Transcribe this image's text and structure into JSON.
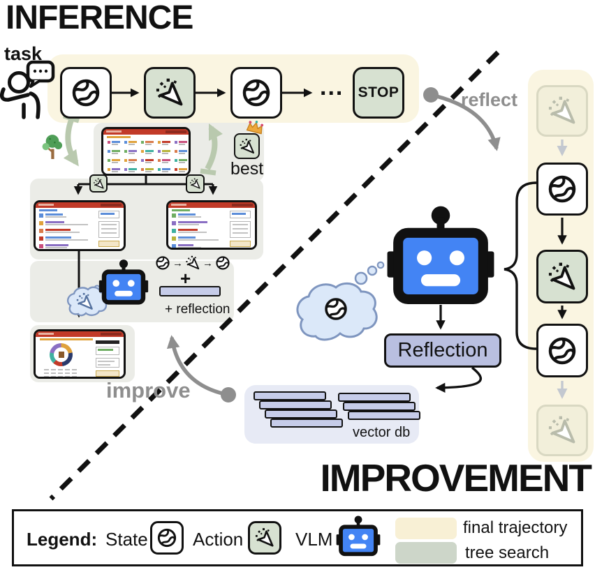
{
  "figure": {
    "inference_title": "INFERENCE",
    "improvement_title": "IMPROVEMENT",
    "task_label": "task",
    "reflect_label": "reflect",
    "improve_label": "improve",
    "best_label": "best",
    "stop_label": "STOP",
    "ellipsis": "...",
    "plus": "+",
    "plus_reflection_label": "+ reflection",
    "reflection_label": "Reflection",
    "vector_db_label": "vector db"
  },
  "legend": {
    "title": "Legend:",
    "state_label": "State",
    "action_label": "Action",
    "vlm_label": "VLM",
    "final_trajectory_label": "final trajectory",
    "tree_search_label": "tree search"
  },
  "colors": {
    "final_trajectory_band": "#FAF5E1",
    "tree_search_panel": "#EBECE7",
    "legend_final_trajectory": "#F8F0D5",
    "legend_tree_search": "#CDD6C9",
    "action_box_green": "#D7E1D1",
    "reflection_box": "#B9BFE0",
    "vector_db_bar": "#C6CCE9",
    "vector_db_panel": "#E7EAF5",
    "robot_blue": "#4384F4",
    "thought_cloud": "#DBE8F9",
    "gray_annotation": "#8E8E8E",
    "green_arrow": "#B9C9AE",
    "screenshot_header_red": "#C23A28"
  }
}
